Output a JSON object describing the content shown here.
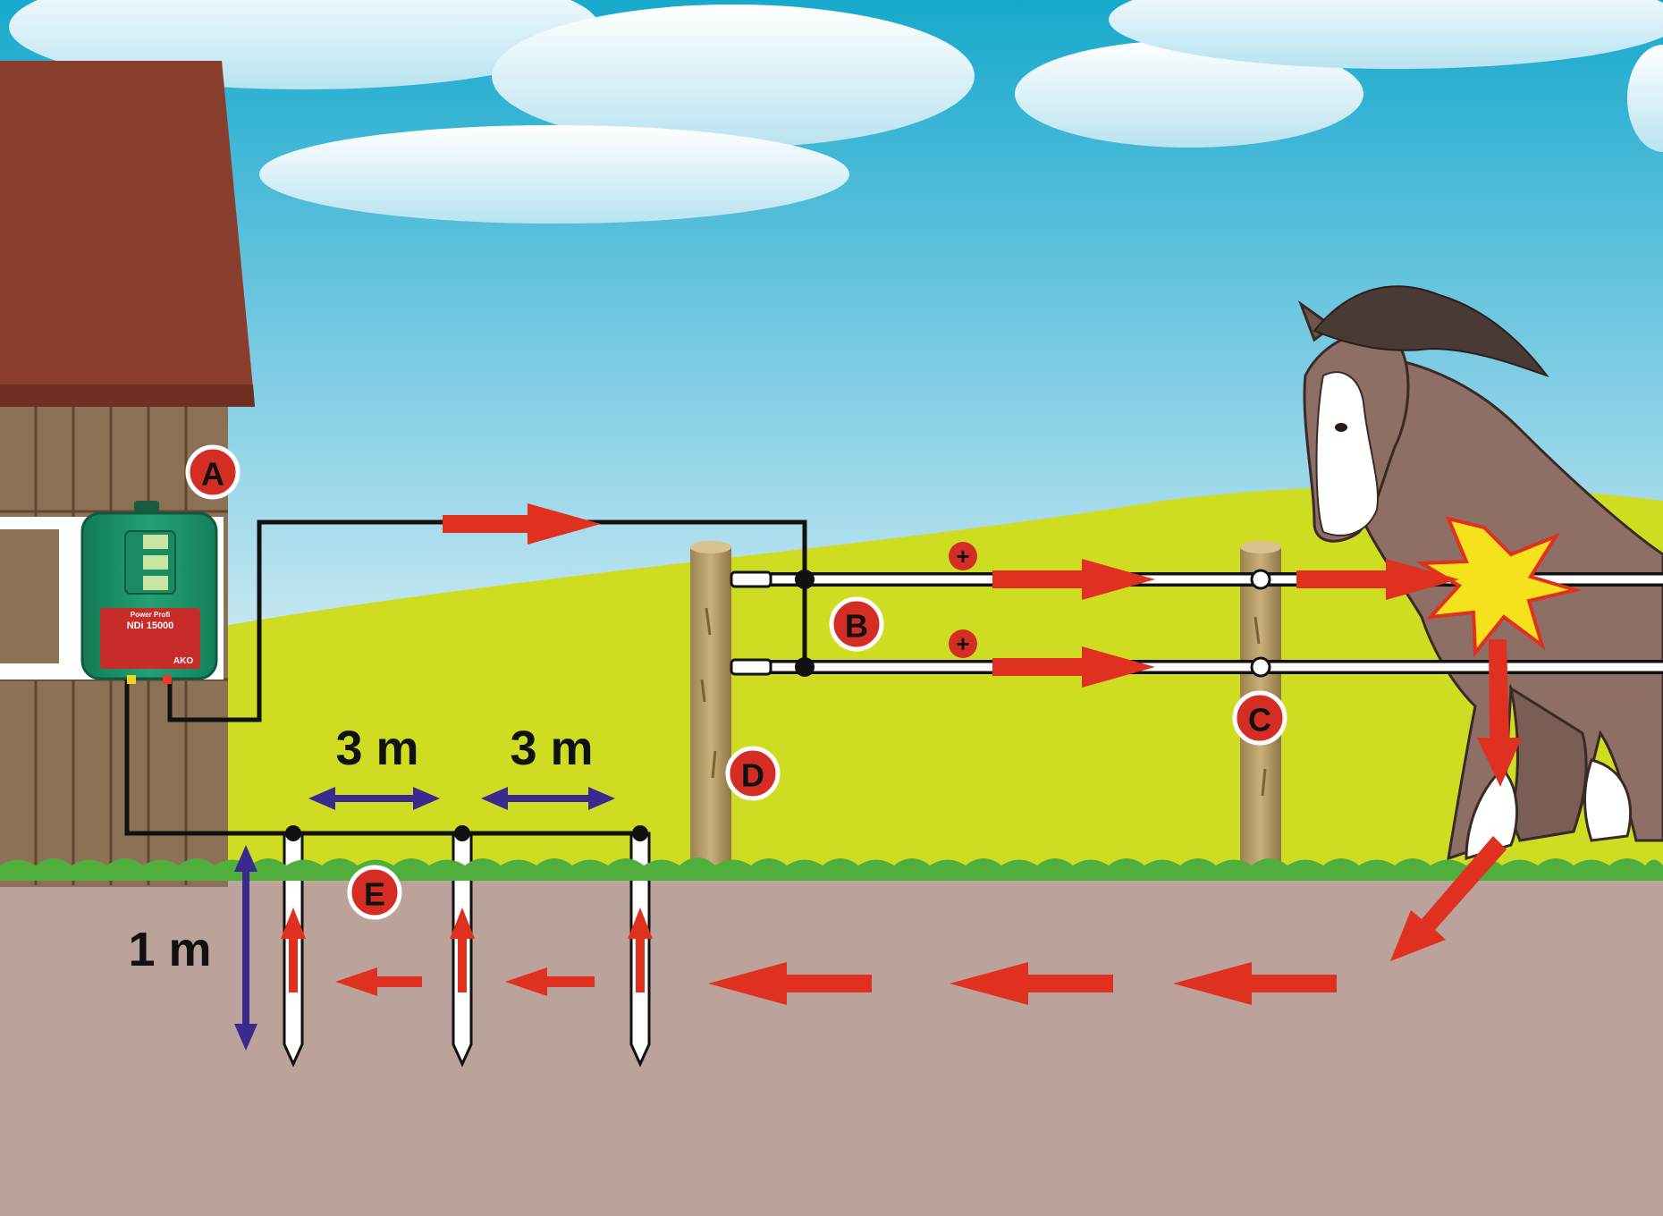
{
  "labels": {
    "a": "A",
    "b": "B",
    "c": "C",
    "d": "D",
    "e": "E"
  },
  "dimensions": {
    "spacing_1": "3 m",
    "spacing_2": "3 m",
    "depth": "1 m"
  },
  "polarity": {
    "top_wire": "+",
    "bottom_wire": "+"
  },
  "energizer": {
    "brand_top": "Power Profi",
    "model": "NDi 15000",
    "logo": "AKO"
  },
  "colors": {
    "sky_top": "#17a9cc",
    "sky_bottom": "#c6e6f2",
    "grass": "#cfdd22",
    "soil": "#bba39c",
    "current_arrow": "#e03020",
    "dimension_arrow": "#3a2a90",
    "badge": "#d32d24",
    "energizer": "#1f9a6e",
    "barn_roof": "#8a3e2e",
    "barn_wall": "#8c7156"
  },
  "icons": [
    "energizer-device",
    "horse",
    "spark-burst",
    "ground-rod",
    "fence-post"
  ]
}
